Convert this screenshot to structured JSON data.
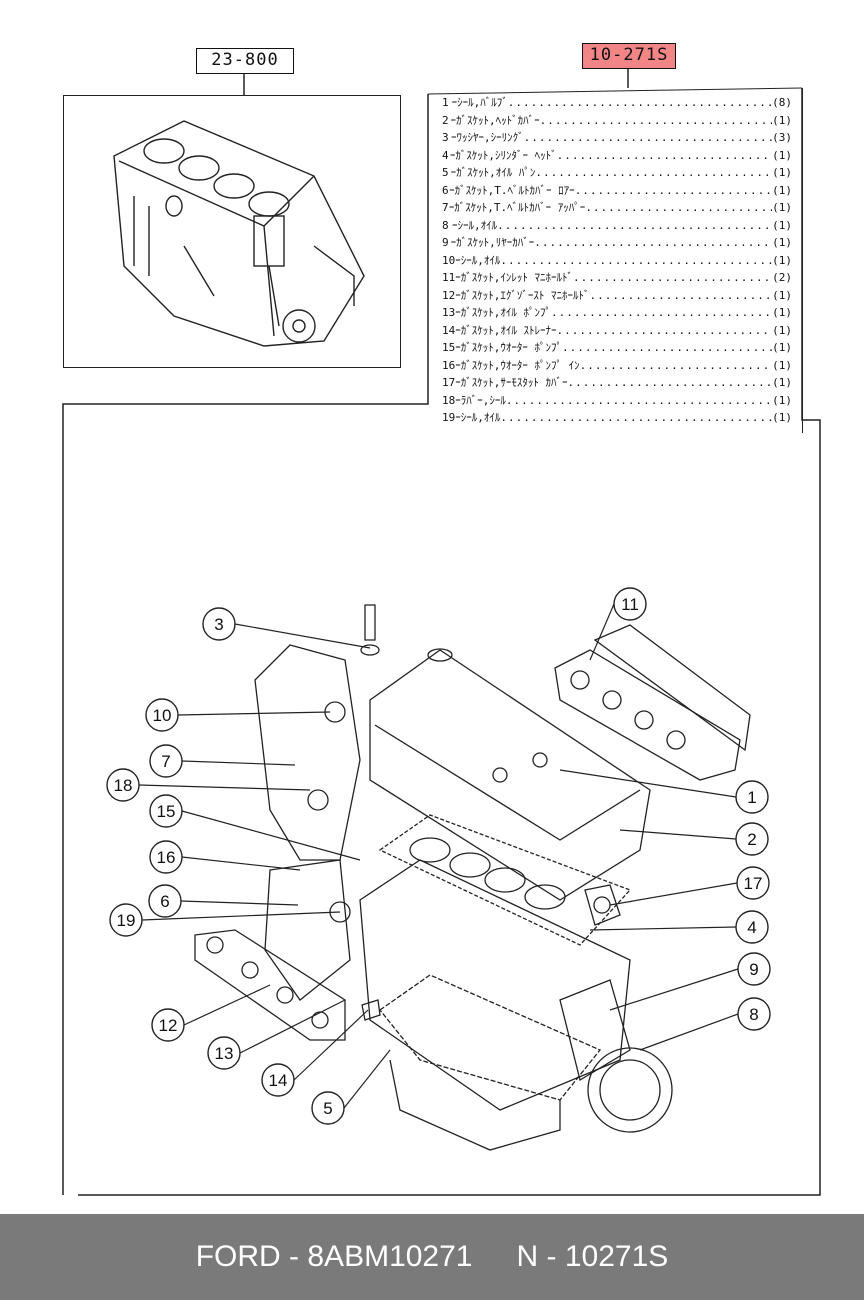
{
  "block_code": "23-800",
  "kit_code": "10-271S",
  "parts": [
    {
      "no": "1",
      "name": "ｰｼｰﾙ,ﾊﾞﾙﾌﾞ",
      "qty": "(8)"
    },
    {
      "no": "2",
      "name": "ｰｶﾞｽｹｯﾄ,ﾍｯﾄﾞｶﾊﾞｰ",
      "qty": "(1)"
    },
    {
      "no": "3",
      "name": "ｰﾜｯｼﾔｰ,ｼｰﾘﾝｸﾞ",
      "qty": "(3)"
    },
    {
      "no": "4",
      "name": "ｰｶﾞｽｹｯﾄ,ｼﾘﾝﾀﾞｰ ﾍｯﾄﾞ",
      "qty": "(1)"
    },
    {
      "no": "5",
      "name": "ｰｶﾞｽｹｯﾄ,ｵｲﾙ ﾊﾟﾝ",
      "qty": "(1)"
    },
    {
      "no": "6",
      "name": "ｰｶﾞｽｹｯﾄ,T.ﾍﾞﾙﾄｶﾊﾞｰ ﾛｱｰ",
      "qty": "(1)"
    },
    {
      "no": "7",
      "name": "ｰｶﾞｽｹｯﾄ,T.ﾍﾞﾙﾄｶﾊﾞｰ ｱｯﾊﾟｰ",
      "qty": "(1)"
    },
    {
      "no": "8",
      "name": "ｰｼｰﾙ,ｵｲﾙ",
      "qty": "(1)"
    },
    {
      "no": "9",
      "name": "ｰｶﾞｽｹｯﾄ,ﾘﾔｰｶﾊﾞｰ",
      "qty": "(1)"
    },
    {
      "no": "10",
      "name": "ｰｼｰﾙ,ｵｲﾙ",
      "qty": "(1)"
    },
    {
      "no": "11",
      "name": "ｰｶﾞｽｹｯﾄ,ｲﾝﾚｯﾄ ﾏﾆﾎｰﾙﾄﾞ",
      "qty": "(2)"
    },
    {
      "no": "12",
      "name": "ｰｶﾞｽｹｯﾄ,ｴｸﾞｿﾞｰｽﾄ ﾏﾆﾎｰﾙﾄﾞ",
      "qty": "(1)"
    },
    {
      "no": "13",
      "name": "ｰｶﾞｽｹｯﾄ,ｵｲﾙ ﾎﾟﾝﾌﾟ",
      "qty": "(1)"
    },
    {
      "no": "14",
      "name": "ｰｶﾞｽｹｯﾄ,ｵｲﾙ ｽﾄﾚｰﾅｰ",
      "qty": "(1)"
    },
    {
      "no": "15",
      "name": "ｰｶﾞｽｹｯﾄ,ｳｵｰﾀｰ ﾎﾟﾝﾌﾟ",
      "qty": "(1)"
    },
    {
      "no": "16",
      "name": "ｰｶﾞｽｹｯﾄ,ｳｵｰﾀｰ ﾎﾟﾝﾌﾟ ｲﾝ",
      "qty": "(1)"
    },
    {
      "no": "17",
      "name": "ｰｶﾞｽｹｯﾄ,ｻｰﾓｽﾀｯﾄ ｶﾊﾞｰ",
      "qty": "(1)"
    },
    {
      "no": "18",
      "name": "ｰﾗﾊﾞｰ,ｼｰﾙ",
      "qty": "(1)"
    },
    {
      "no": "19",
      "name": "ｰｼｰﾙ,ｵｲﾙ",
      "qty": "(1)"
    }
  ],
  "callouts": [
    {
      "num": "1"
    },
    {
      "num": "2"
    },
    {
      "num": "3"
    },
    {
      "num": "4"
    },
    {
      "num": "5"
    },
    {
      "num": "6"
    },
    {
      "num": "7"
    },
    {
      "num": "8"
    },
    {
      "num": "9"
    },
    {
      "num": "10"
    },
    {
      "num": "11"
    },
    {
      "num": "12"
    },
    {
      "num": "13"
    },
    {
      "num": "14"
    },
    {
      "num": "15"
    },
    {
      "num": "16"
    },
    {
      "num": "17"
    },
    {
      "num": "18"
    },
    {
      "num": "19"
    }
  ],
  "footer": {
    "left": "FORD - 8ABM10271",
    "right": "N - 10271S"
  }
}
